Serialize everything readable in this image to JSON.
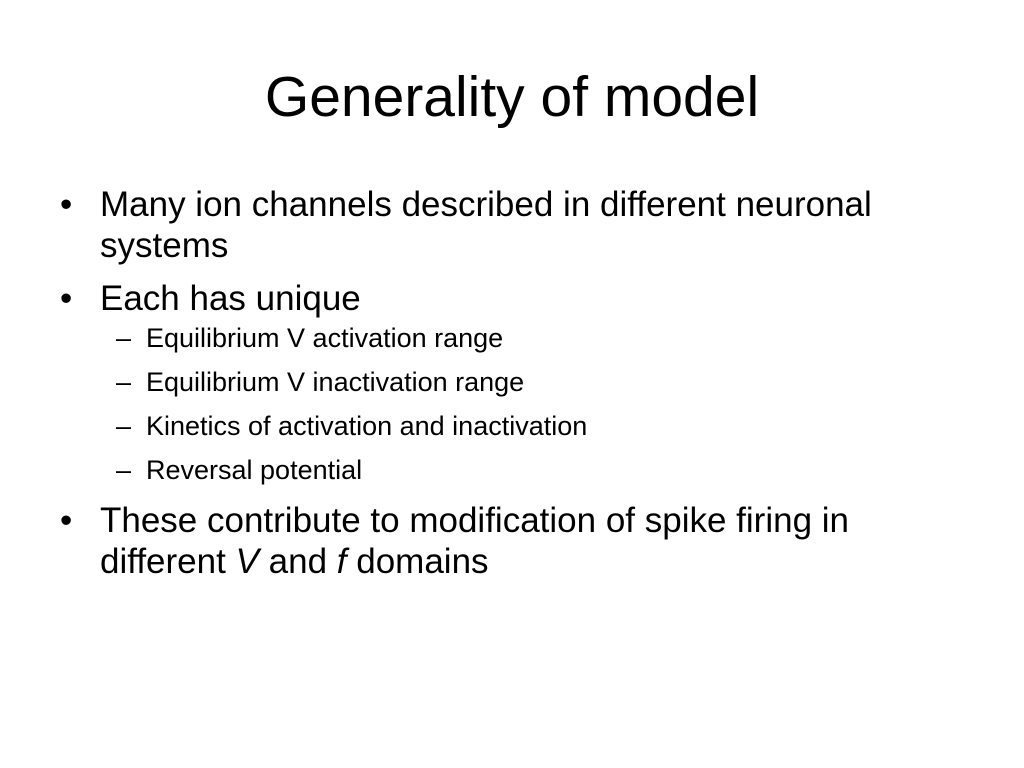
{
  "slide": {
    "title": "Generality of model",
    "bullet_marker": "•",
    "sub_marker": "–",
    "bullets": [
      {
        "text": "Many ion channels described in different neuronal systems"
      },
      {
        "text": "Each has unique",
        "sub": [
          "Equilibrium V activation range",
          "Equilibrium V inactivation range",
          "Kinetics of activation and inactivation",
          "Reversal potential"
        ]
      },
      {
        "text_parts": [
          "These contribute to modification of spike firing in different ",
          "V",
          " and ",
          "f",
          " domains"
        ]
      }
    ]
  }
}
